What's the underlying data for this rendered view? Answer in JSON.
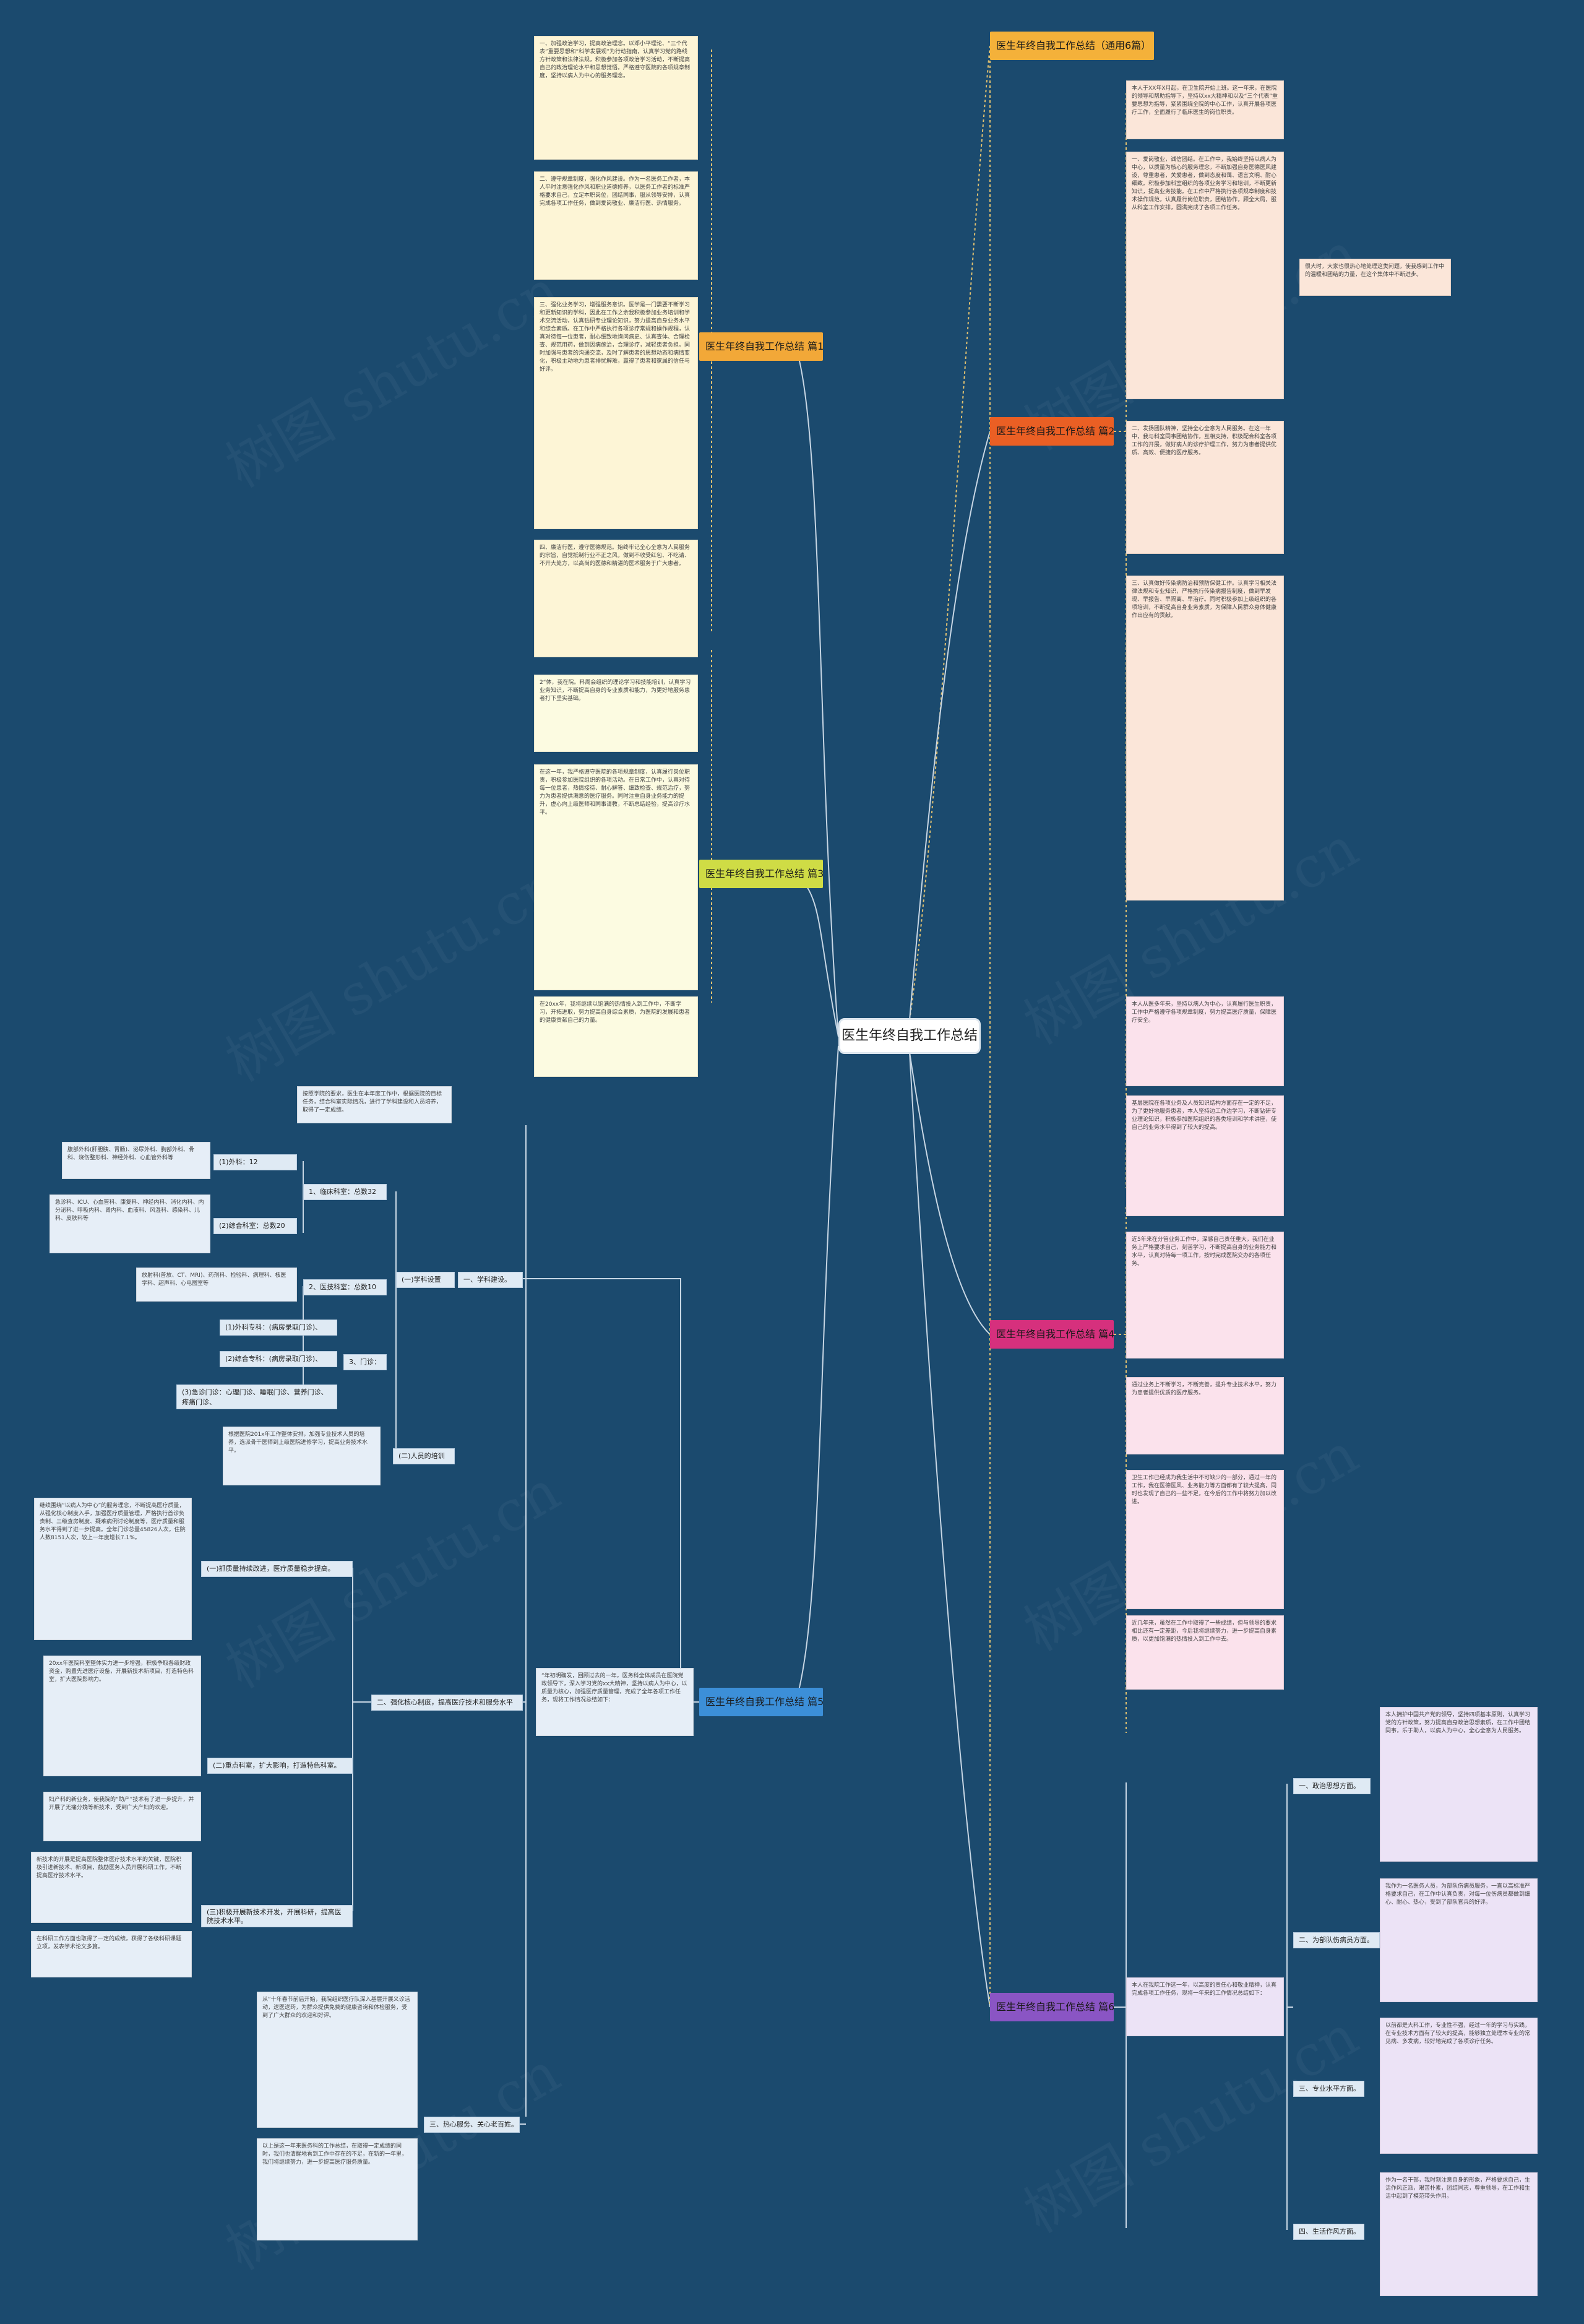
{
  "root": "医生年终自我工作总结",
  "colors": {
    "background": "#1b4a6e",
    "link": "#c7d6e4",
    "dashed_link": "#e0c070"
  },
  "watermark": "树图 shutu.cn",
  "branches": [
    {
      "label": "医生年终自我工作总结（通用6篇）",
      "color": "#f4b13a"
    },
    {
      "label": "医生年终自我工作总结 篇1",
      "color": "#f2a838"
    },
    {
      "label": "医生年终自我工作总结 篇2",
      "color": "#ea5f24"
    },
    {
      "label": "医生年终自我工作总结 篇3",
      "color": "#cfdc45"
    },
    {
      "label": "医生年终自我工作总结 篇4",
      "color": "#d6307d"
    },
    {
      "label": "医生年终自我工作总结 篇5",
      "color": "#3c8fd8"
    },
    {
      "label": "医生年终自我工作总结 篇6",
      "color": "#8a55c4"
    }
  ],
  "texts": {
    "intro": "本人于XX年X月起，在卫生院开始上班。这一年来，在医院的领导和帮助指导下，坚持以xx大精神和以及“三个代表”重要思想为指导，紧紧围绕全院的中心工作，认真开展各项医疗工作，全面履行了临床医生的岗位职责。",
    "p1_1": "一、加强政治学习，提高政治理念。以邓小平理论、“三个代表”重要思想和“科学发展观”为行动指南，认真学习党的路线方针政策和法律法规，积极参加各项政治学习活动，不断提高自己的政治理论水平和思想觉悟。严格遵守医院的各项规章制度，坚持以病人为中心的服务理念。",
    "p1_2": "二、遵守规章制度，强化作风建设。作为一名医务工作者，本人平时注意强化作风和职业道德修养，以医务工作者的标准严格要求自己，立足本职岗位，团结同事，服从领导安排，认真完成各项工作任务，做到爱岗敬业、廉洁行医、热情服务。",
    "p1_3": "三、强化业务学习，增强服务意识。医学是一门需要不断学习和更新知识的学科，因此在工作之余我积极参加业务培训和学术交流活动，认真钻研专业理论知识，努力提高自身业务水平和综合素质。在工作中严格执行各项诊疗常规和操作规程，认真对待每一位患者，耐心细致地询问病史、认真查体、合理检查、规范用药，做到因病施治，合理诊疗，减轻患者负担。同时加强与患者的沟通交流，及时了解患者的思想动态和病情变化，积极主动地为患者排忧解难，赢得了患者和家属的信任与好评。",
    "p1_4": "四、廉洁行医，遵守医德规范。始终牢记全心全意为人民服务的宗旨，自觉抵制行业不正之风，做到不收受红包、不吃请、不开大处方，以高尚的医德和精湛的医术服务于广大患者。",
    "p2_1": "一、爱岗敬业，诚信团结。在工作中，我始终坚持以病人为中心，以质量为核心的服务理念，不断加强自身医德医风建设，尊重患者，关爱患者，做到态度和蔼、语言文明、耐心细致。积极参加科室组织的各项业务学习和培训，不断更新知识，提高业务技能。在工作中严格执行各项规章制度和技术操作规范，认真履行岗位职责，团结协作，顾全大局，服从科室工作安排，圆满完成了各项工作任务。",
    "p2_2": "二、发扬团队精神，坚持全心全意为人民服务。在这一年中，我与科室同事团结协作，互相支持，积极配合科室各项工作的开展，做好病人的诊疗护理工作，努力为患者提供优质、高效、便捷的医疗服务。",
    "p2_3": "三、认真做好传染病防治和预防保健工作。认真学习相关法律法规和专业知识，严格执行传染病报告制度，做到早发现、早报告、早隔离、早治疗。同时积极参加上级组织的各项培训，不断提高自身业务素质，为保障人民群众身体健康作出应有的贡献。",
    "p2_side": "很大时，大家也很热心地处理这类问题，使我感到工作中的温暖和团结的力量，在这个集体中不断进步。",
    "p3_1": "2“体，我在院。科周会组织的理论学习和技能培训，认真学习业务知识，不断提高自身的专业素质和能力，为更好地服务患者打下坚实基础。",
    "p3_2": "在这一年，我严格遵守医院的各项规章制度，认真履行岗位职责，积极参加医院组织的各项活动。在日常工作中，认真对待每一位患者，热情接待、耐心解答、细致检查、规范治疗，努力为患者提供满意的医疗服务。同时注重自身业务能力的提升，虚心向上级医师和同事请教，不断总结经验，提高诊疗水平。",
    "p3_3": "在20xx年，我将继续以饱满的热情投入到工作中，不断学习，开拓进取，努力提高自身综合素质，为医院的发展和患者的健康贡献自己的力量。",
    "p4_1": "本人从医多年来，坚持以病人为中心，认真履行医生职责，工作中严格遵守各项规章制度，努力提高医疗质量，保障医疗安全。",
    "p4_2": "基层医院在各项业务及人员知识结构方面存在一定的不足，为了更好地服务患者，本人坚持边工作边学习，不断钻研专业理论知识，积极参加医院组织的各类培训和学术讲座，使自己的业务水平得到了较大的提高。",
    "p4_3": "近5年来在分管业务工作中，深感自己责任重大，我们在业务上严格要求自己，刻苦学习，不断提高自身的业务能力和水平，认真对待每一项工作，按时完成医院交办的各项任务。",
    "p4_4": "通过业务上不断学习，不断完善，提升专业技术水平，努力为患者提供优质的医疗服务。",
    "p4_5": "卫生工作已经成为我生活中不可缺少的一部分，通过一年的工作，我在医德医风、业务能力等方面都有了较大提高，同时也发现了自己的一些不足，在今后的工作中将努力加以改进。",
    "p4_6": "近几年来，虽然在工作中取得了一些成绩，但与领导的要求相比还有一定差距，今后我将继续努力，进一步提高自身素质，以更加饱满的热情投入到工作中去。",
    "p6_intro": "本人在我院工作这一年，以高度的责任心和敬业精神，认真完成各项工作任务，现将一年来的工作情况总结如下：",
    "p6_1": "本人拥护中国共产党的领导，坚持四项基本原则，认真学习党的方针政策，努力提高自身政治思想素质，在工作中团结同事，乐于助人，以病人为中心，全心全意为人民服务。",
    "p6_2": "我作为一名医务人员，为部队伤病员服务，一直以高标准严格要求自己，在工作中认真负责，对每一位伤病员都做到细心、耐心、热心，受到了部队官兵的好评。",
    "p6_3": "以前都是大科工作，专业性不强，经过一年的学习与实践，在专业技术方面有了较大的提高，能够独立处理本专业的常见病、多发病，较好地完成了各项诊疗任务。",
    "p6_4": "作为一名干部，我时刻注意自身的形象，严格要求自己，生活作风正派，艰苦朴素，团结同志，尊重领导，在工作和生活中起到了模范带头作用。",
    "p5_intro": "按照学院的要求，医生在本年度工作中，根据医院的目标任务，结合科室实际情况，进行了学科建设和人员培养，取得了一定成绩。",
    "p5_t1": "一、学科建设。",
    "p5_t1_1": "(一)学科设置",
    "p5_t1_2": "1、临床科室：总数32",
    "p5_t1_3": "(1)外科：12",
    "p5_t1_3d": "腹部外科(肝胆胰、胃肠)、泌尿外科、胸部外科、骨科、烧伤整形科、神经外科、心血管外科等",
    "p5_t1_4": "(2)综合科室：总数20",
    "p5_t1_4d": "急诊科、ICU、心血管科、康复科、神经内科、消化内科、内分泌科、呼吸内科、肾内科、血液科、风湿科、感染科、儿科、皮肤科等",
    "p5_t1_5": "2、医技科室：总数10",
    "p5_t1_5d": "放射科(普放、CT、MRI)、药剂科、检验科、病理科、核医学科、超声科、心电图室等",
    "p5_t1_6": "(1)外科专科：(病房录取门诊)、",
    "p5_t1_7": "(2)综合专科：(病房录取门诊)、",
    "p5_t1_8": "3、门诊：",
    "p5_t1_9": "(3)急诊门诊：心理门诊、睡眠门诊、营养门诊、疼痛门诊、",
    "p5_t1_10": "(二)人员的培训",
    "p5_t1_10d": "根据医院201x年工作整体安排，加强专业技术人员的培养，选派骨干医师到上级医院进修学习，提高业务技术水平。",
    "p5_t2": "二、强化核心制度，提高医疗技术和服务水平",
    "p5_t2_1": "(一)抓质量持续改进，医疗质量稳步提高。",
    "p5_t2_1d": "继续围绕“以病人为中心”的服务理念，不断提高医疗质量，从强化核心制度入手，加强医疗质量管理，严格执行首诊负责制、三级查房制度、疑难病例讨论制度等，医疗质量和服务水平得到了进一步提高。全年门诊总量45826人次，住院人数8151人次，较上一年度增长7.1%。",
    "p5_t2_2": "(二)重点科室，扩大影响，打造特色科室。",
    "p5_t2_2d": "20xx年医院科室整体实力进一步增强，积极争取各级财政资金，购置先进医疗设备，开展新技术新项目，打造特色科室，扩大医院影响力。",
    "p5_t2_3": "(三)积极开展新技术开发，开展科研，提高医院技术水平。",
    "p5_t2_3d": "新技术的开展是提高医院整体医疗技术水平的关键，医院积极引进新技术、新项目，鼓励医务人员开展科研工作，不断提高医疗技术水平。",
    "p5_t2_4d": "在科研工作方面也取得了一定的成绩，获得了各级科研课题立项，发表学术论文多篇。",
    "p5_t2_5d": "妇产科的新业务，使我院的“助产”技术有了进一步提升，并开展了无痛分娩等新技术，受到广大产妇的欢迎。",
    "p5_t3": "三、热心服务、关心老百姓。",
    "p5_t3_1": "从“十年春节前后开始，我院组织医疗队深入基层开展义诊活动，送医送药，为群众提供免费的健康咨询和体检服务，受到了广大群众的欢迎和好评。",
    "p5_t3_2": "以上是这一年来医务科的工作总结，在取得一定成绩的同时，我们也清醒地看到工作中存在的不足，在新的一年里，我们将继续努力，进一步提高医疗服务质量。",
    "p6_t1": "一、政治思想方面。",
    "p6_t2": "二、为部队伤病员方面。",
    "p6_t3": "三、专业水平方面。",
    "p6_t4": "四、生活作风方面。",
    "p5_t3_lead": "“年初明确发，回顾过去的一年，医务科全体成员在医院党政领导下，深入学习党的xx大精神，坚持以病人为中心，以质量为核心，加强医疗质量管理，完成了全年各项工作任务，现将工作情况总结如下："
  }
}
